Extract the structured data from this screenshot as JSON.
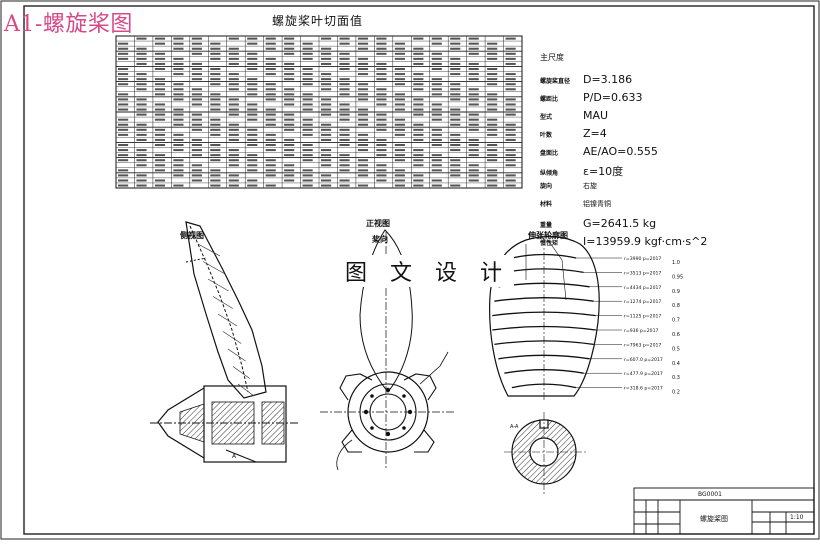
{
  "drawing_title": "A1-螺旋桨图",
  "table_title": "螺旋桨叶切面值",
  "params": {
    "heading": "主尺度",
    "rows": [
      {
        "label": "螺旋桨直径",
        "value": "D=3.186"
      },
      {
        "label": "螺距比",
        "value": "P/D=0.633"
      },
      {
        "label": "型式",
        "value": "MAU"
      },
      {
        "label": "叶数",
        "value": "Z=4"
      },
      {
        "label": "盘面比",
        "value": "AE/AO=0.555"
      },
      {
        "label": "纵倾角",
        "value": "ε=10度"
      },
      {
        "label": "旋向",
        "value": "右旋"
      },
      {
        "label": "材料",
        "value": "铝镍青铜"
      },
      {
        "label": "重量",
        "value": "G=2641.5 kg"
      },
      {
        "label": "惯性矩",
        "value": "I=13959.9 kgf·cm·s^2"
      }
    ]
  },
  "views": {
    "side": "侧视图",
    "front": "正视图",
    "front_sub": "桨向",
    "contour": "伸张轮廓图"
  },
  "watermark": "图 文 设 计",
  "contour_labels": [
    {
      "left": "r=3990 p=2017",
      "right": "1.0"
    },
    {
      "left": "r=3513 p=2017",
      "right": "0.95"
    },
    {
      "left": "r=4434 p=2017",
      "right": "0.9"
    },
    {
      "left": "r=1274 p=2017",
      "right": "0.8"
    },
    {
      "left": "r=1125 p=2017",
      "right": "0.7"
    },
    {
      "left": "r=936 p=2017",
      "right": "0.6"
    },
    {
      "left": "r=7963 p=2017",
      "right": "0.5"
    },
    {
      "left": "r=607.0 p=2017",
      "right": "0.4"
    },
    {
      "left": "r=477.9 p=2017",
      "right": "0.3"
    },
    {
      "left": "r=318.6 p=2017",
      "right": "0.2"
    }
  ],
  "section_label": "A-A",
  "title_block": {
    "drawing_no": "BG0001",
    "name": "螺旋桨图",
    "scale": "1:10"
  }
}
